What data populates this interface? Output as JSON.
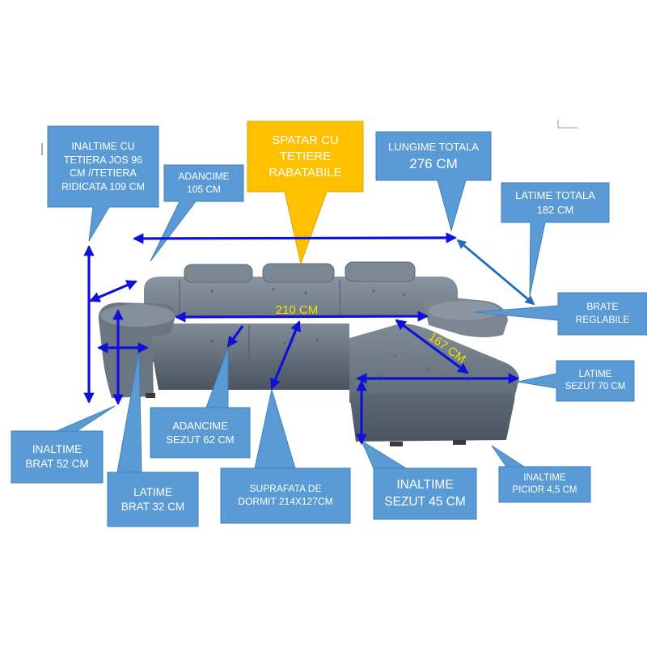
{
  "callouts": {
    "inaltime_tetiera": "INALTIME CU\nTETIERA JOS 96\nCM //TETIERA\nRIDICATA 109 CM",
    "adancime": "ADANCIME\n105 CM",
    "spatar": "SPATAR CU\nTETIERE\nRABATABILE",
    "lungime_title": "LUNGIME TOTALA",
    "lungime_value": "276 CM",
    "latime_totala": "LATIME TOTALA\n182 CM",
    "brate_reglabile": "BRATE\nREGLABILE",
    "latime_sezut": "LATIME\nSEZUT 70 CM",
    "inaltime_brat": "INALTIME\nBRAT 52 CM",
    "latime_brat": "LATIME\nBRAT 32 CM",
    "adancime_sezut": "ADANCIME\nSEZUT 62 CM",
    "suprafata": "SUPRAFATA DE\nDORMIT 214X127CM",
    "inaltime_sezut": "INALTIME\nSEZUT 45 CM",
    "inaltime_picior": "INALTIME\nPICIOR 4,5 CM"
  },
  "dimension_labels": {
    "width_210": "210 CM",
    "chaise_167": "167 CM"
  },
  "colors": {
    "callout_blue": "#5b9bd5",
    "callout_orange": "#ffc000",
    "arrow_blue": "#1010d8",
    "arrow_steel": "#1f6fb2",
    "dimension_yellow": "#f2e200",
    "sofa_gray": "#6c7a85"
  }
}
